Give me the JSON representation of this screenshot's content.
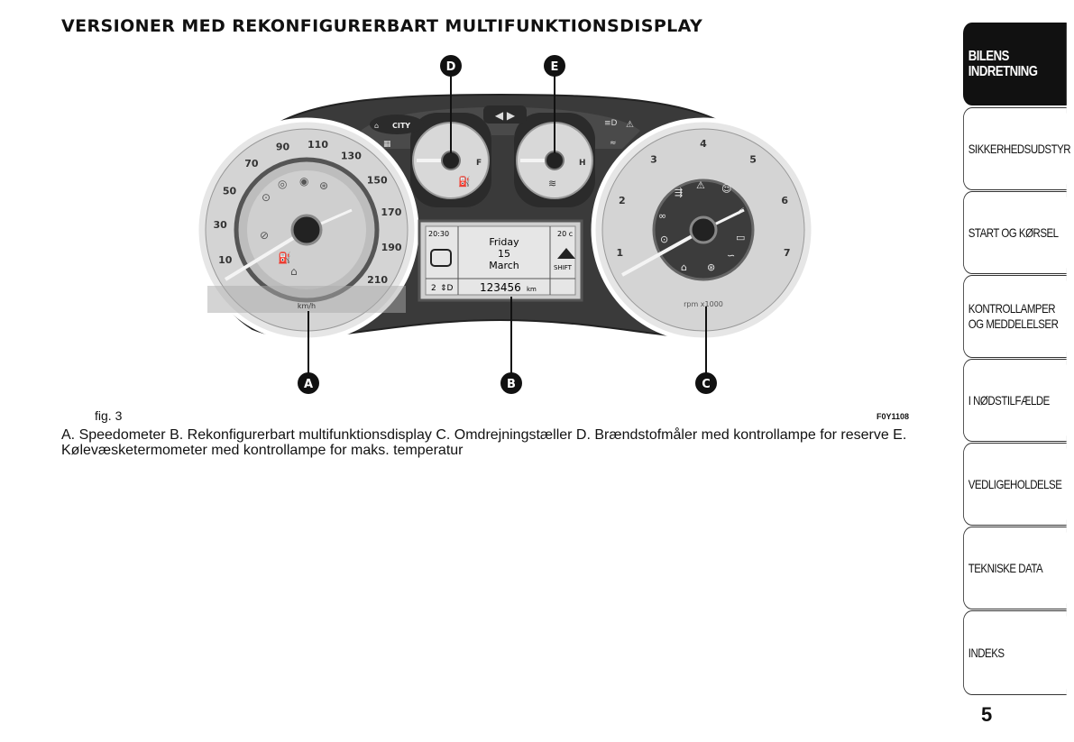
{
  "page": {
    "title": "VERSIONER MED REKONFIGURERBART MULTIFUNKTIONSDISPLAY",
    "fig_label": "fig. 3",
    "fig_code": "F0Y1108",
    "caption": "A. Speedometer B. Rekonfigurerbart multifunktionsdisplay C. Omdrejningstæller D. Brændstofmåler med kontrollampe for reserve E. Kølevæsketermometer med kontrollampe for maks. temperatur",
    "page_number": "5"
  },
  "callouts": {
    "a": "A",
    "b": "B",
    "c": "C",
    "d": "D",
    "e": "E"
  },
  "cluster": {
    "speedo_ticks": [
      "10",
      "30",
      "50",
      "70",
      "90",
      "110",
      "130",
      "150",
      "170",
      "190",
      "210"
    ],
    "speedo_unit": "km/h",
    "tacho_ticks": [
      "1",
      "2",
      "3",
      "4",
      "5",
      "6",
      "7"
    ],
    "tacho_unit": "rpm x1000",
    "fuel_full": "F",
    "temp_high": "H",
    "city_label": "CITY",
    "display": {
      "time": "20:30",
      "day": "Friday",
      "date": "15",
      "month": "March",
      "temperature": "20 c",
      "shift": "SHIFT",
      "gear": "2",
      "odometer": "123456",
      "odometer_unit": "km"
    }
  },
  "sidebar": {
    "tabs": [
      {
        "line1": "BILENS",
        "line2": "INDRETNING"
      },
      {
        "line1": "SIKKERHEDSUDSTYR",
        "line2": ""
      },
      {
        "line1": "START OG KØRSEL",
        "line2": ""
      },
      {
        "line1": "KONTROLLAMPER",
        "line2": "OG MEDDELELSER"
      },
      {
        "line1": "I NØDSTILFÆLDE",
        "line2": ""
      },
      {
        "line1": "VEDLIGEHOLDELSE",
        "line2": ""
      },
      {
        "line1": "TEKNISKE DATA",
        "line2": ""
      },
      {
        "line1": "INDEKS",
        "line2": ""
      }
    ]
  },
  "colors": {
    "active_tab": "#111111",
    "cluster_dark": "#3a3a3a",
    "dial_face": "#d4d4d4"
  }
}
